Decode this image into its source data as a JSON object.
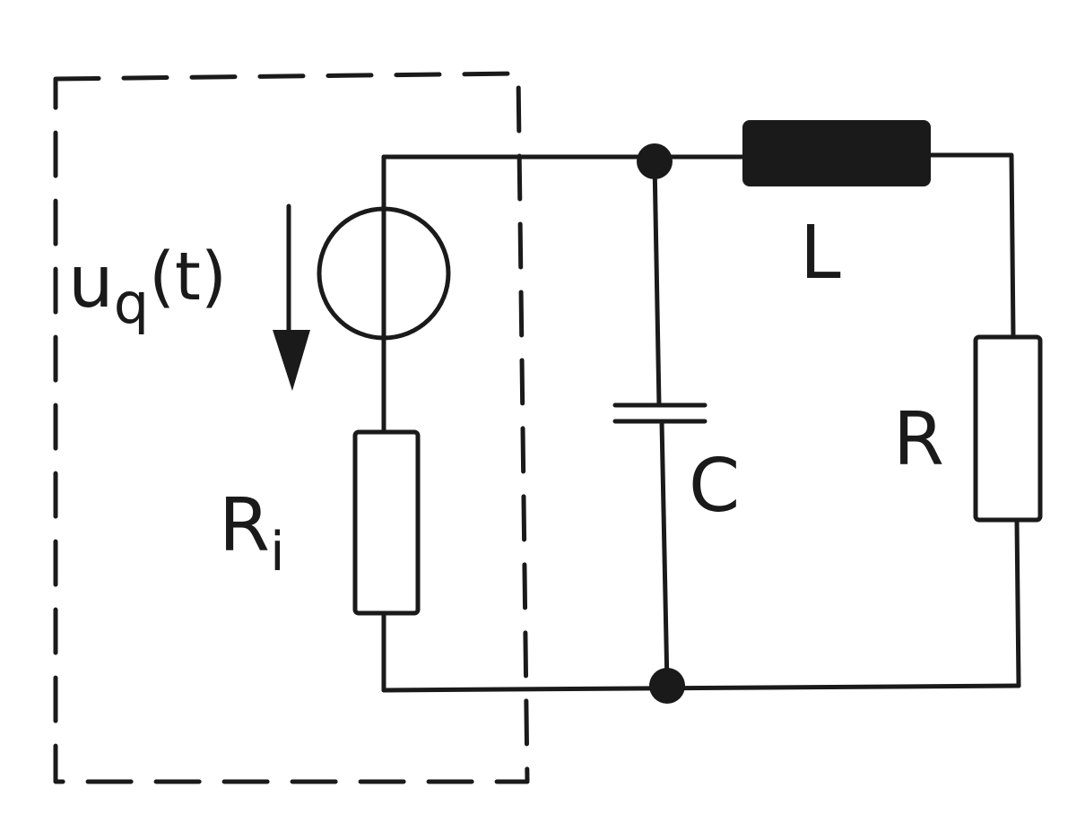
{
  "colors": {
    "ink": "#1a1a1a",
    "background": "#ffffff"
  },
  "labels": {
    "source": {
      "main": "u",
      "sub": "q",
      "tail": "(t)"
    },
    "internal_resistor": {
      "main": "R",
      "sub": "i"
    },
    "capacitor": "C",
    "inductor": "L",
    "resistor": "R"
  },
  "components": [
    {
      "id": "uq",
      "kind": "voltage-source",
      "icon": "circle-source-icon"
    },
    {
      "id": "Ri",
      "kind": "resistor"
    },
    {
      "id": "C",
      "kind": "capacitor"
    },
    {
      "id": "L",
      "kind": "inductor",
      "style": "filled-rectangle"
    },
    {
      "id": "R",
      "kind": "resistor"
    }
  ],
  "groups": [
    {
      "id": "source-box",
      "style": "dashed",
      "contains": [
        "uq",
        "Ri"
      ]
    }
  ],
  "nodes": [
    {
      "id": "top-junction"
    },
    {
      "id": "bottom-junction"
    }
  ]
}
